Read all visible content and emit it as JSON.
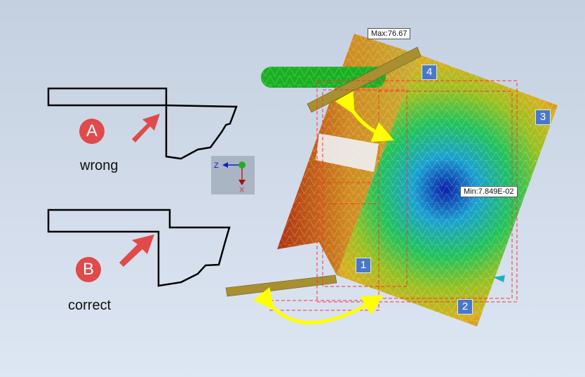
{
  "annotations": {
    "a": {
      "letter": "A",
      "caption": "wrong"
    },
    "b": {
      "letter": "B",
      "caption": "correct"
    }
  },
  "results": {
    "max_label": "Max:76.67",
    "min_label": "Min:7.849E-02"
  },
  "badges": [
    "1",
    "2",
    "3",
    "4"
  ],
  "triad": {
    "z": "Z",
    "x": "X"
  },
  "colors": {
    "annotation_red": "#e04a4a",
    "arrow_yellow": "#ffff00",
    "badge_blue": "#4a78c8",
    "dashed_red": "#ff3030"
  },
  "icons": [
    "view-triad-icon",
    "red-arrow-icon",
    "yellow-double-arrow-icon"
  ]
}
